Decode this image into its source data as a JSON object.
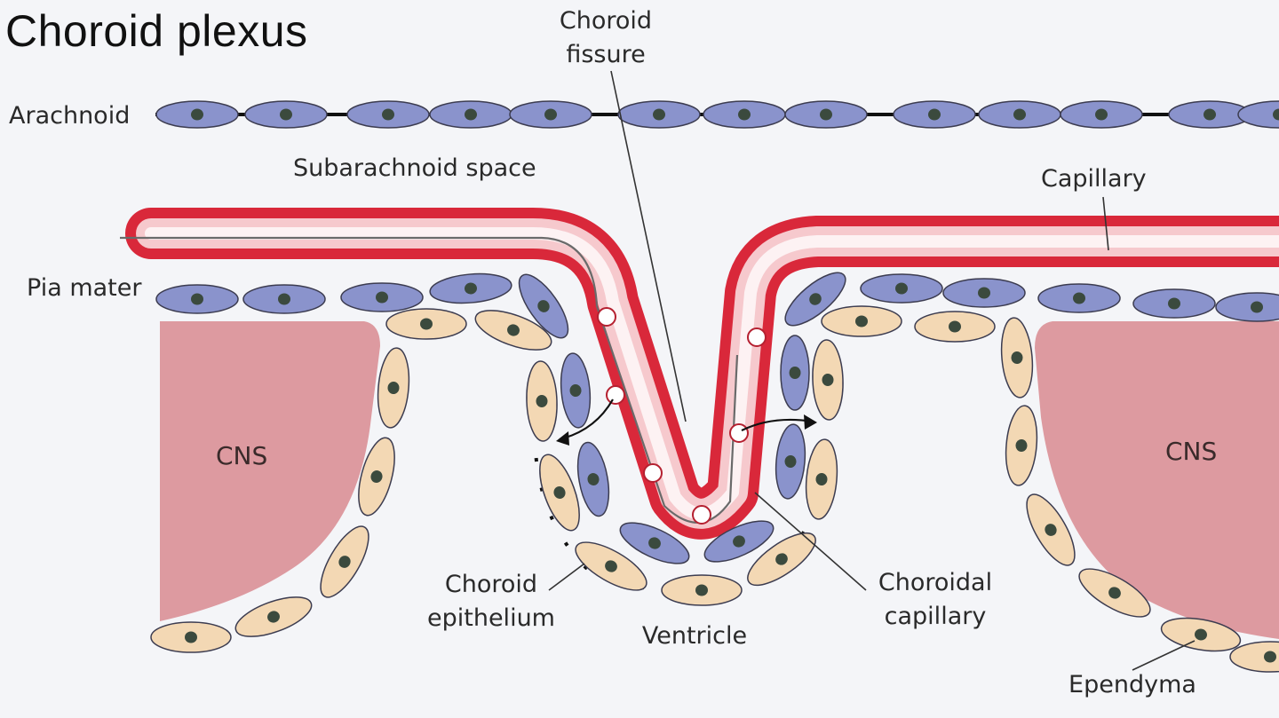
{
  "title": "Choroid plexus",
  "labels": {
    "choroid_fissure_line1": "Choroid",
    "choroid_fissure_line2": "fissure",
    "arachnoid": "Arachnoid",
    "subarachnoid_space": "Subarachnoid space",
    "capillary": "Capillary",
    "pia_mater": "Pia mater",
    "cns_left": "CNS",
    "cns_right": "CNS",
    "choroid_epithelium_line1": "Choroid",
    "choroid_epithelium_line2": "epithelium",
    "ventricle": "Ventricle",
    "choroidal_capillary_line1": "Choroidal",
    "choroidal_capillary_line2": "capillary",
    "ependyma": "Ependyma"
  },
  "colors": {
    "background": "#f4f5f8",
    "arachnoid_cell": "#8a93cc",
    "pia_cell": "#8a93cc",
    "epithelial_cell": "#f3d8b4",
    "cell_nucleus": "#3b4a3e",
    "capillary": "#d9283a",
    "cns_tissue": "#dd9aa0"
  }
}
